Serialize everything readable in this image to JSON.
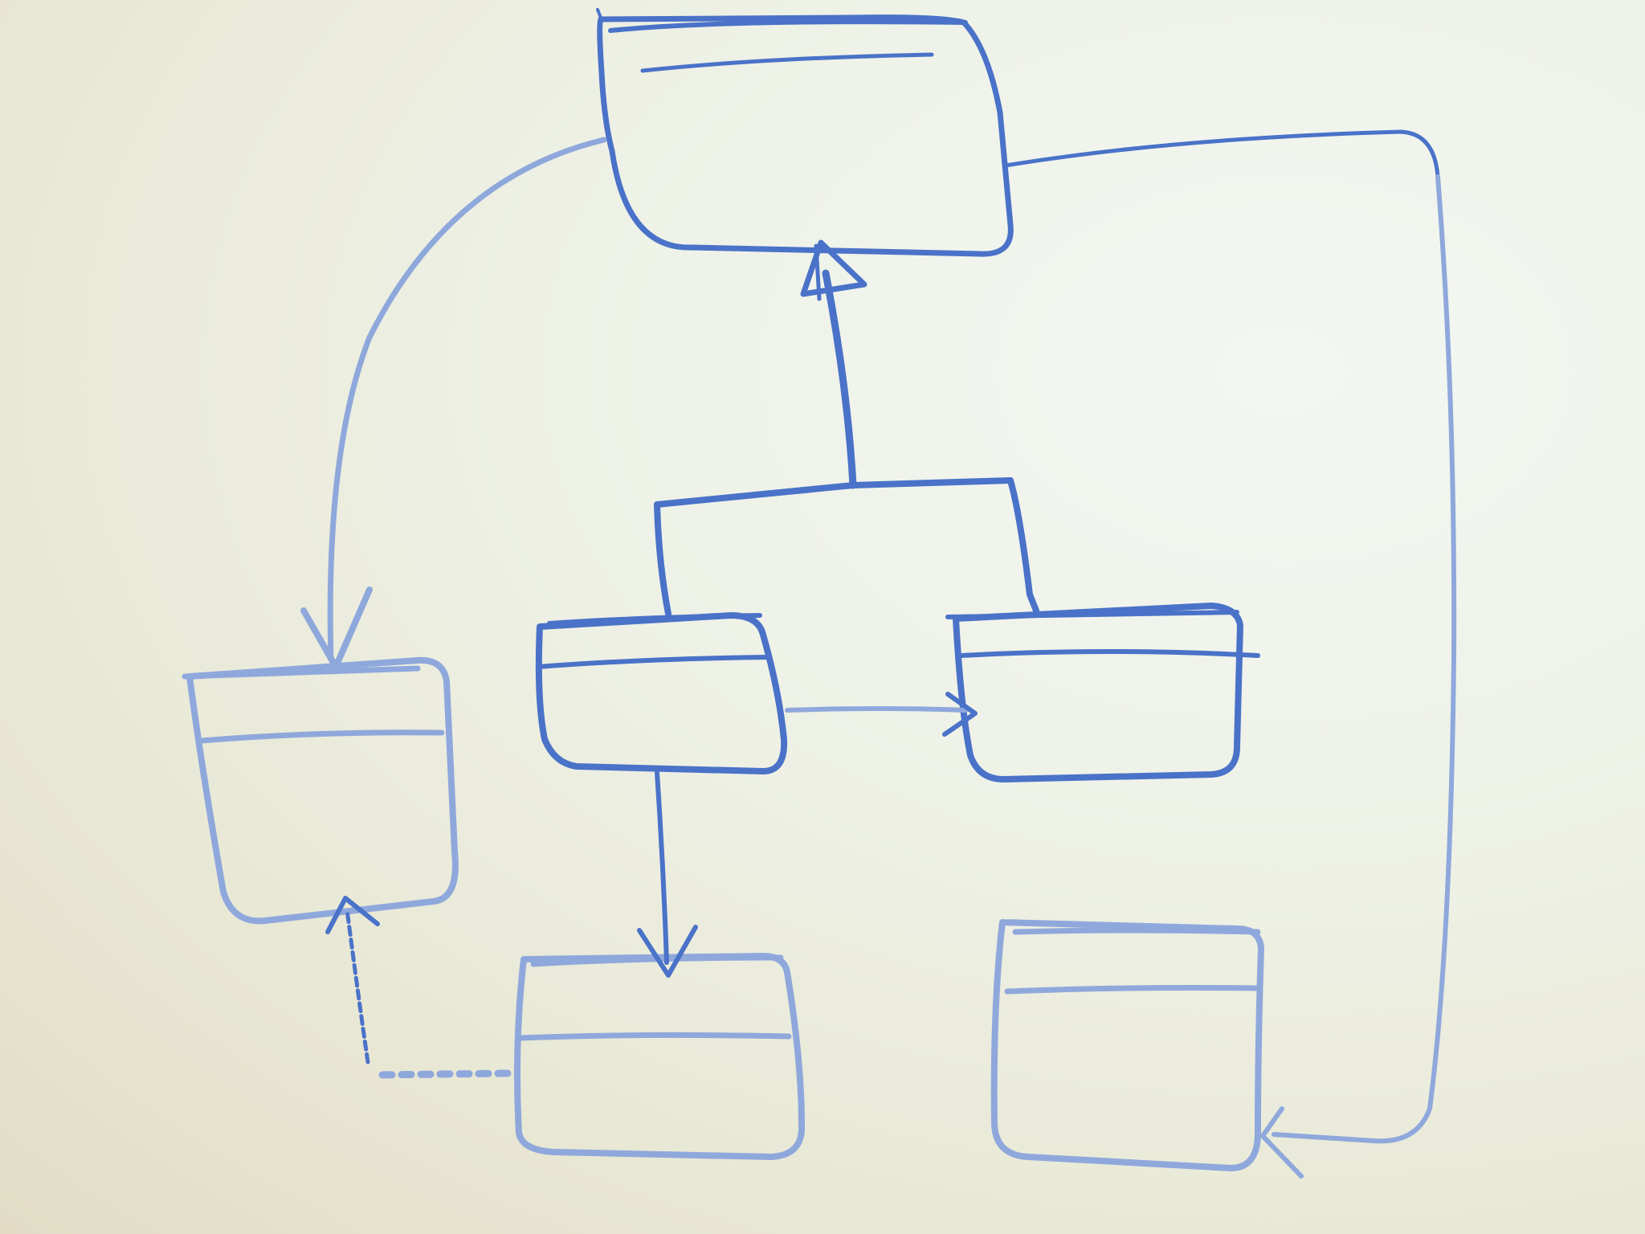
{
  "diagram": {
    "ink_color": "#4a72c8",
    "ink_faded_color": "#8fa8dc",
    "background_color": "#eef1e6",
    "nodes": [
      {
        "id": "top-box",
        "label": "",
        "compartments": 2
      },
      {
        "id": "middle-box",
        "label": "",
        "compartments": 1
      },
      {
        "id": "center-left-box",
        "label": "",
        "compartments": 3
      },
      {
        "id": "center-right-box",
        "label": "",
        "compartments": 3
      },
      {
        "id": "far-left-box",
        "label": "",
        "compartments": 3
      },
      {
        "id": "bottom-left-box",
        "label": "",
        "compartments": 3
      },
      {
        "id": "bottom-right-box",
        "label": "",
        "compartments": 3
      }
    ],
    "edges": [
      {
        "from": "middle-box",
        "to": "top-box",
        "style": "solid",
        "head": "hollow-triangle"
      },
      {
        "from": "top-box",
        "to": "far-left-box",
        "style": "solid",
        "head": "open"
      },
      {
        "from": "top-box",
        "to": "bottom-right-box",
        "style": "solid",
        "head": "open"
      },
      {
        "from": "center-left-box",
        "to": "center-right-box",
        "style": "solid",
        "head": "open"
      },
      {
        "from": "center-left-box",
        "to": "bottom-left-box",
        "style": "solid",
        "head": "open"
      },
      {
        "from": "bottom-left-box",
        "to": "far-left-box",
        "style": "dashed",
        "head": "open"
      }
    ]
  }
}
